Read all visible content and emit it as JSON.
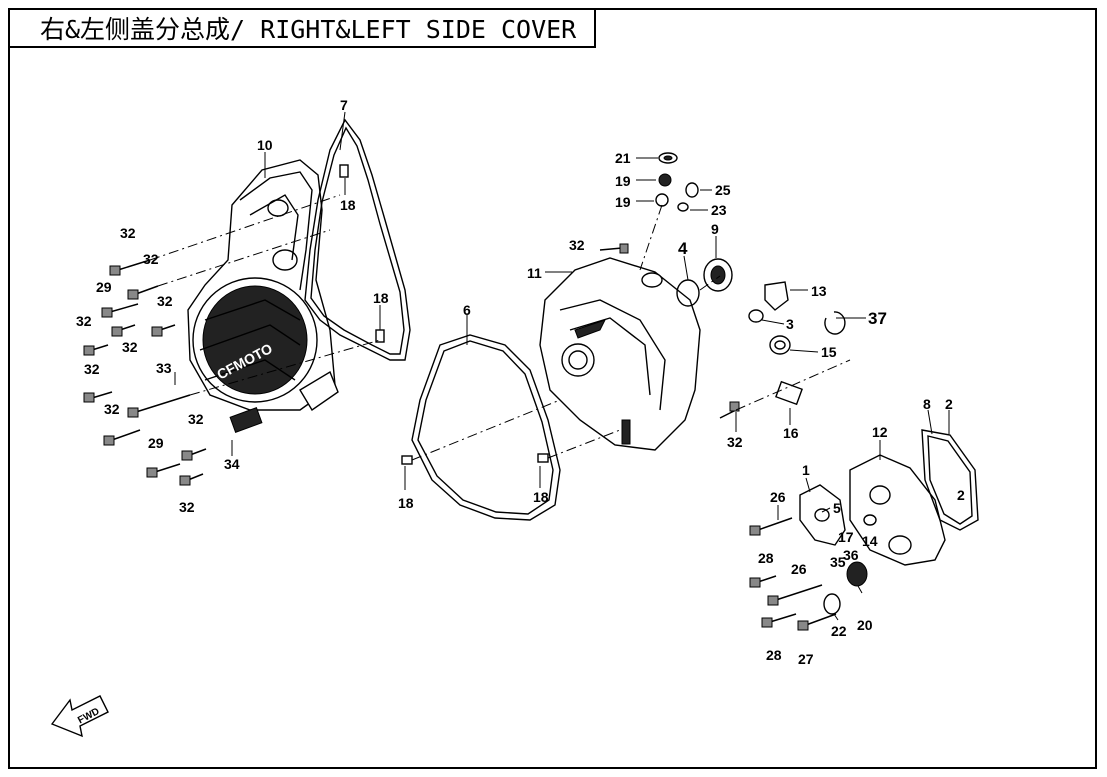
{
  "title": "右&左侧盖分总成/ RIGHT&LEFT SIDE COVER",
  "direction_arrow": "FWD",
  "logo_text": "CFMOTO",
  "callouts": [
    {
      "id": "c7",
      "label": "7"
    },
    {
      "id": "c10",
      "label": "10"
    },
    {
      "id": "c18a",
      "label": "18"
    },
    {
      "id": "c18b",
      "label": "18"
    },
    {
      "id": "c18c",
      "label": "18"
    },
    {
      "id": "c18d",
      "label": "18"
    },
    {
      "id": "c32a",
      "label": "32"
    },
    {
      "id": "c32b",
      "label": "32"
    },
    {
      "id": "c32c",
      "label": "32"
    },
    {
      "id": "c32d",
      "label": "32"
    },
    {
      "id": "c32e",
      "label": "32"
    },
    {
      "id": "c32f",
      "label": "32"
    },
    {
      "id": "c32g",
      "label": "32"
    },
    {
      "id": "c32h",
      "label": "32"
    },
    {
      "id": "c32i",
      "label": "32"
    },
    {
      "id": "c32j",
      "label": "32"
    },
    {
      "id": "c32k",
      "label": "32"
    },
    {
      "id": "c29a",
      "label": "29"
    },
    {
      "id": "c29b",
      "label": "29"
    },
    {
      "id": "c33",
      "label": "33"
    },
    {
      "id": "c34",
      "label": "34"
    },
    {
      "id": "c6",
      "label": "6"
    },
    {
      "id": "c11",
      "label": "11"
    },
    {
      "id": "c21",
      "label": "21"
    },
    {
      "id": "c19a",
      "label": "19"
    },
    {
      "id": "c19b",
      "label": "19"
    },
    {
      "id": "c25",
      "label": "25"
    },
    {
      "id": "c23",
      "label": "23"
    },
    {
      "id": "c4",
      "label": "4"
    },
    {
      "id": "c9",
      "label": "9"
    },
    {
      "id": "c13",
      "label": "13"
    },
    {
      "id": "c3",
      "label": "3"
    },
    {
      "id": "c37",
      "label": "37"
    },
    {
      "id": "c15",
      "label": "15"
    },
    {
      "id": "c16",
      "label": "16"
    },
    {
      "id": "c8",
      "label": "8"
    },
    {
      "id": "c2a",
      "label": "2"
    },
    {
      "id": "c2b",
      "label": "2"
    },
    {
      "id": "c12",
      "label": "12"
    },
    {
      "id": "c1",
      "label": "1"
    },
    {
      "id": "c26a",
      "label": "26"
    },
    {
      "id": "c26b",
      "label": "26"
    },
    {
      "id": "c5",
      "label": "5"
    },
    {
      "id": "c17",
      "label": "17"
    },
    {
      "id": "c14",
      "label": "14"
    },
    {
      "id": "c35",
      "label": "35"
    },
    {
      "id": "c36",
      "label": "36"
    },
    {
      "id": "c28a",
      "label": "28"
    },
    {
      "id": "c28b",
      "label": "28"
    },
    {
      "id": "c22",
      "label": "22"
    },
    {
      "id": "c20",
      "label": "20"
    },
    {
      "id": "c27",
      "label": "27"
    }
  ]
}
